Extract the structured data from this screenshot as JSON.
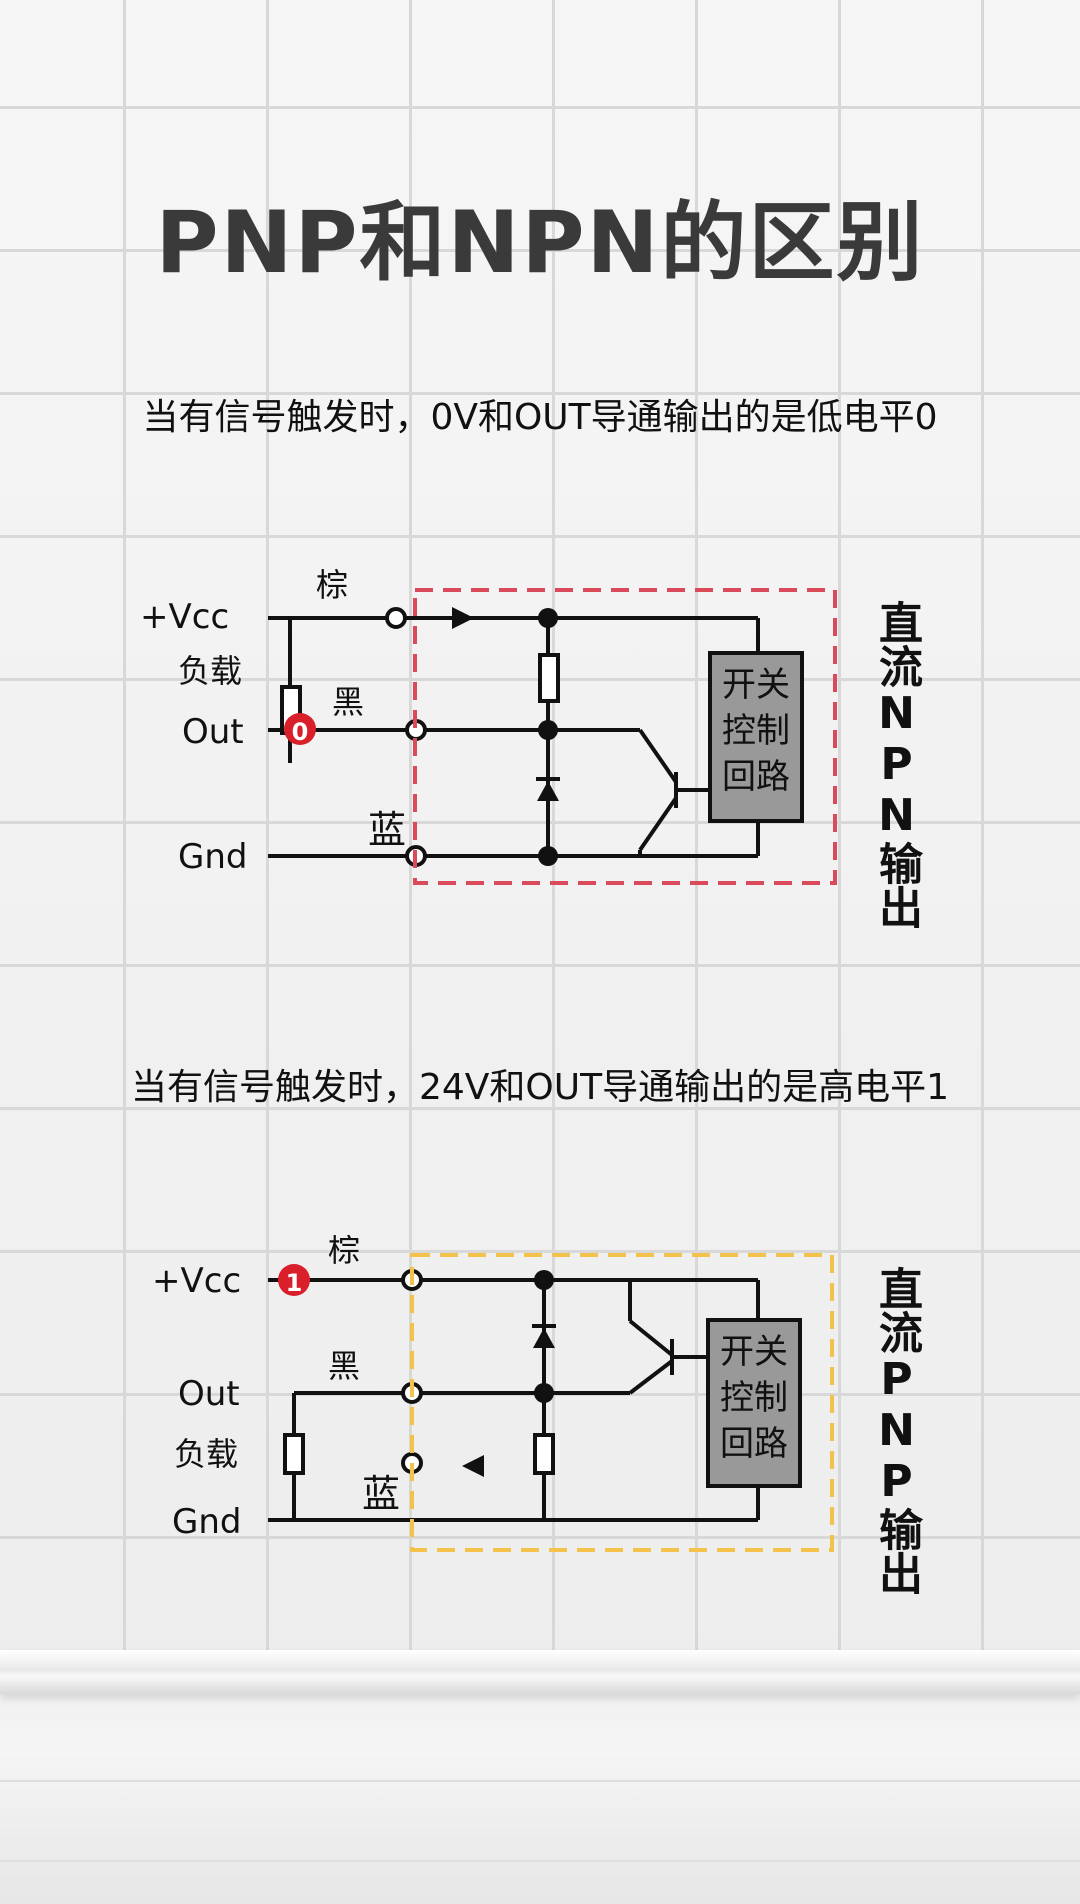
{
  "title": "PNP和NPN的区别",
  "npn": {
    "caption": "当有信号触发时，0V和OUT导通输出的是低电平0",
    "side_label": "直流NPN输出",
    "labels": {
      "vcc": "+Vcc",
      "load": "负载",
      "out": "Out",
      "gnd": "Gnd",
      "brown": "棕",
      "black": "黑",
      "blue": "蓝",
      "state": "0",
      "control_line1": "开关",
      "control_line2": "控制",
      "control_line3": "回路"
    },
    "frame_color": "#d94a5a"
  },
  "pnp": {
    "caption": "当有信号触发时，24V和OUT导通输出的是高电平1",
    "side_label": "直流PNP输出",
    "labels": {
      "vcc": "+Vcc",
      "load": "负载",
      "out": "Out",
      "gnd": "Gnd",
      "brown": "棕",
      "black": "黑",
      "blue": "蓝",
      "state": "1",
      "control_line1": "开关",
      "control_line2": "控制",
      "control_line3": "回路"
    },
    "frame_color": "#f2c24a"
  },
  "colors": {
    "state_marker": "#d81f2a",
    "control_box": "#999999",
    "wire": "#111111"
  }
}
